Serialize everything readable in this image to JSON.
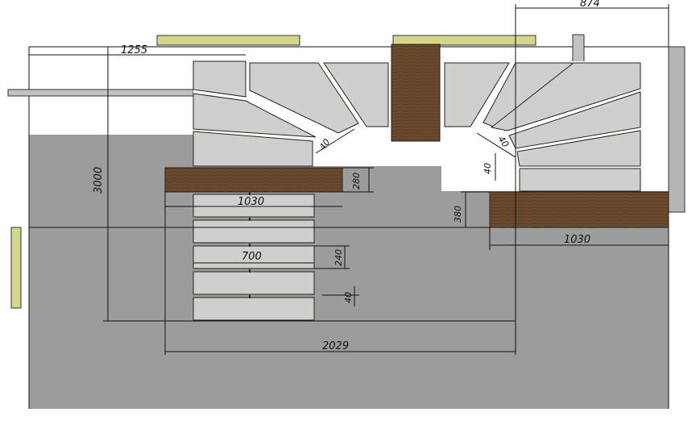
{
  "drawing": {
    "colors": {
      "floor": "#9c9c9c",
      "tread": "#cfcfcc",
      "wood": "#6b4a2e",
      "wood_dark": "#4d331e",
      "window": "#d4d68c",
      "wall": "#b5b5b5"
    },
    "dimensions": {
      "top_right_width": "874",
      "top_left_width": "1255",
      "total_height": "3000",
      "landing_left_depth": "280",
      "landing_left_width": "1030",
      "step_width": "700",
      "step_depth": "240",
      "gap_bottom": "40",
      "gap_upper_left": "40",
      "gap_upper_right": "40",
      "gap_right_side": "40",
      "landing_right_depth": "380",
      "landing_right_width": "1030",
      "bottom_total": "2029"
    }
  }
}
